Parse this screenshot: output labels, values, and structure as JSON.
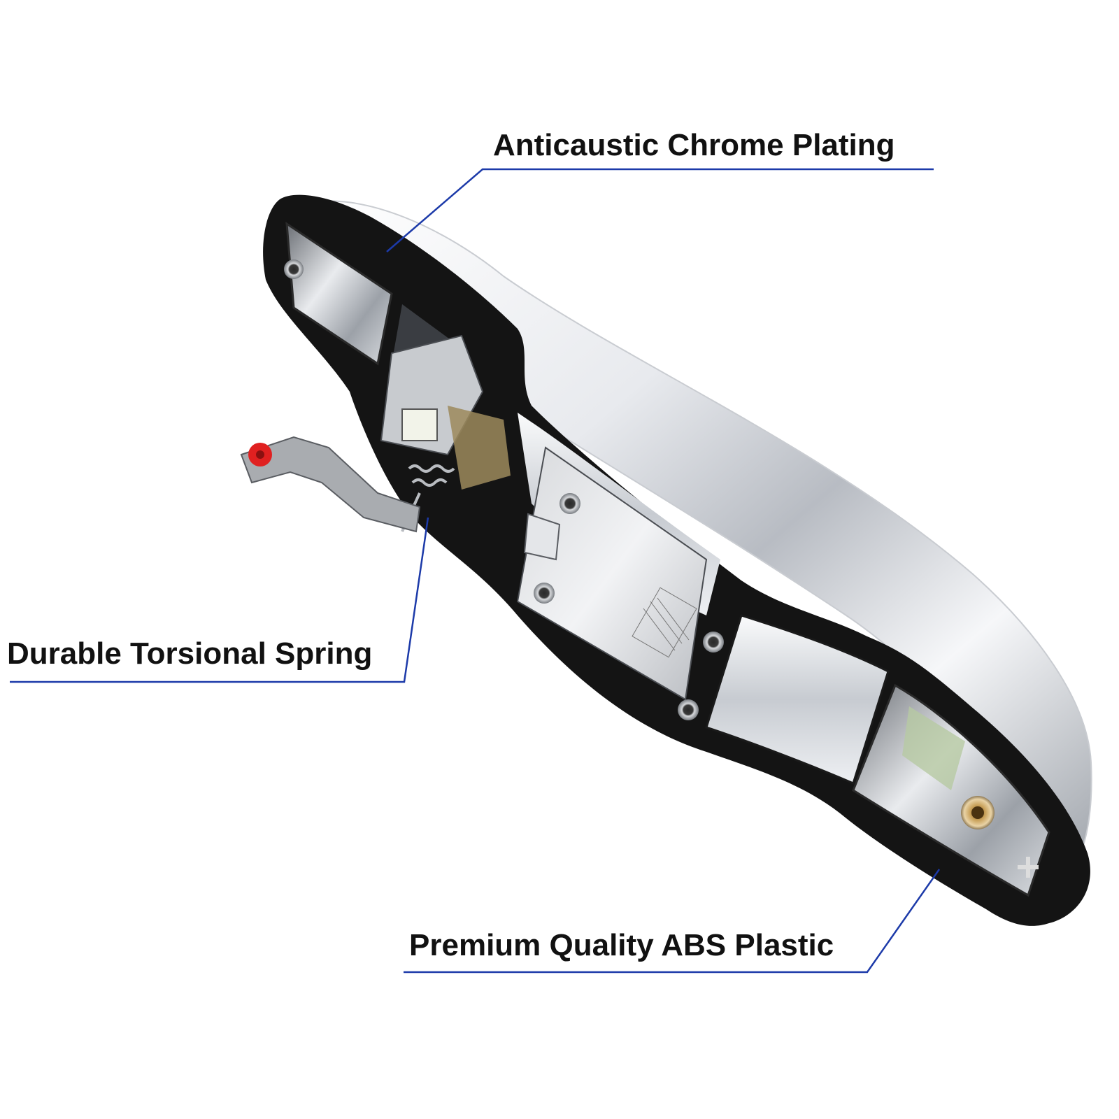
{
  "callouts": {
    "chrome_plating": "Anticaustic Chrome Plating",
    "torsional_spring": "Durable Torsional Spring",
    "abs_plastic": "Premium Quality ABS Plastic"
  },
  "colors": {
    "background": "#ffffff",
    "callout_line": "#1c3aa9",
    "label_text": "#111111",
    "gasket": "#141414",
    "chrome_light": "#f4f5f7",
    "chrome_dark": "#8a8f96",
    "lever_tip": "#e02020",
    "brass_nut": "#c9a15a"
  }
}
